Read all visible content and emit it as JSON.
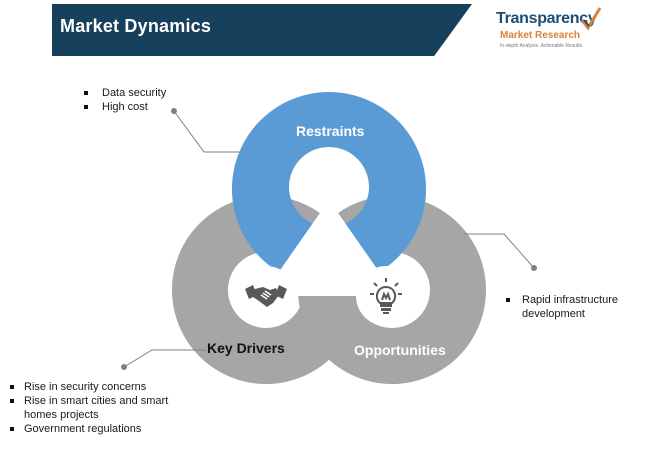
{
  "header": {
    "title": "Market Dynamics"
  },
  "logo": {
    "word1": "Transparency",
    "word2": "Market Research",
    "tagline": "In-depth Analysis. Actionable Results."
  },
  "colors": {
    "banner": "#16405b",
    "restraints_ring": "#5b9bd5",
    "gray_ring": "#a6a6a6",
    "connector": "#808080"
  },
  "segments": {
    "restraints": {
      "label": "Restraints",
      "items": [
        "Data security",
        "High cost"
      ]
    },
    "drivers": {
      "label": "Key Drivers",
      "icon": "handshake-icon",
      "items": [
        "Rise in security concerns",
        "Rise in smart cities and smart homes projects",
        "Government regulations"
      ]
    },
    "opportunities": {
      "label": "Opportunities",
      "icon": "lightbulb-icon",
      "items": [
        "Rapid infrastructure development"
      ]
    }
  }
}
